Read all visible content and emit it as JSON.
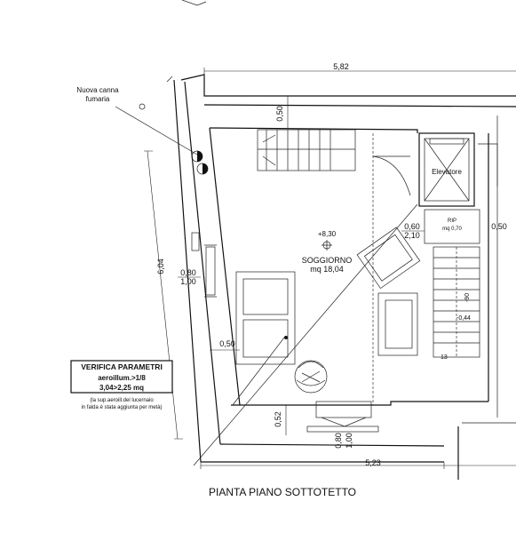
{
  "labels": {
    "nuova_canna": "Nuova canna",
    "fumaria": "fumaria",
    "elevatore": "Elevatore",
    "rip": "RIP",
    "rip_area": "mq 0,70",
    "height": "+8,30",
    "room_name": "SOGGIORNO",
    "room_area": "mq 18,04",
    "stair_num": "13",
    "plan_title": "PIANTA PIANO SOTTOTETTO"
  },
  "verifica": {
    "title": "VERIFICA PARAMETRI",
    "line1": "aeroillum.>1/8",
    "line2": "3,04>2,25 mq",
    "note1": "(la sup.aeroill.del lucernaio",
    "note2": "in falda è stata aggiunta per metà)"
  },
  "dimensions": {
    "top_width": "5,82",
    "bottom_width": "5,23",
    "left_height": "6,04",
    "d_050_top": "0,50",
    "d_050_left": "0,50",
    "d_050_right": "0,50",
    "d_052": "0,52",
    "win_left_w": "0,80",
    "win_left_h": "1,00",
    "win_bottom_w": "0,80",
    "win_bottom_h": "1,00",
    "win_right_w": "0,60",
    "win_right_h": "2,10",
    "stair_a": "-90",
    "stair_b": "-0,44"
  }
}
